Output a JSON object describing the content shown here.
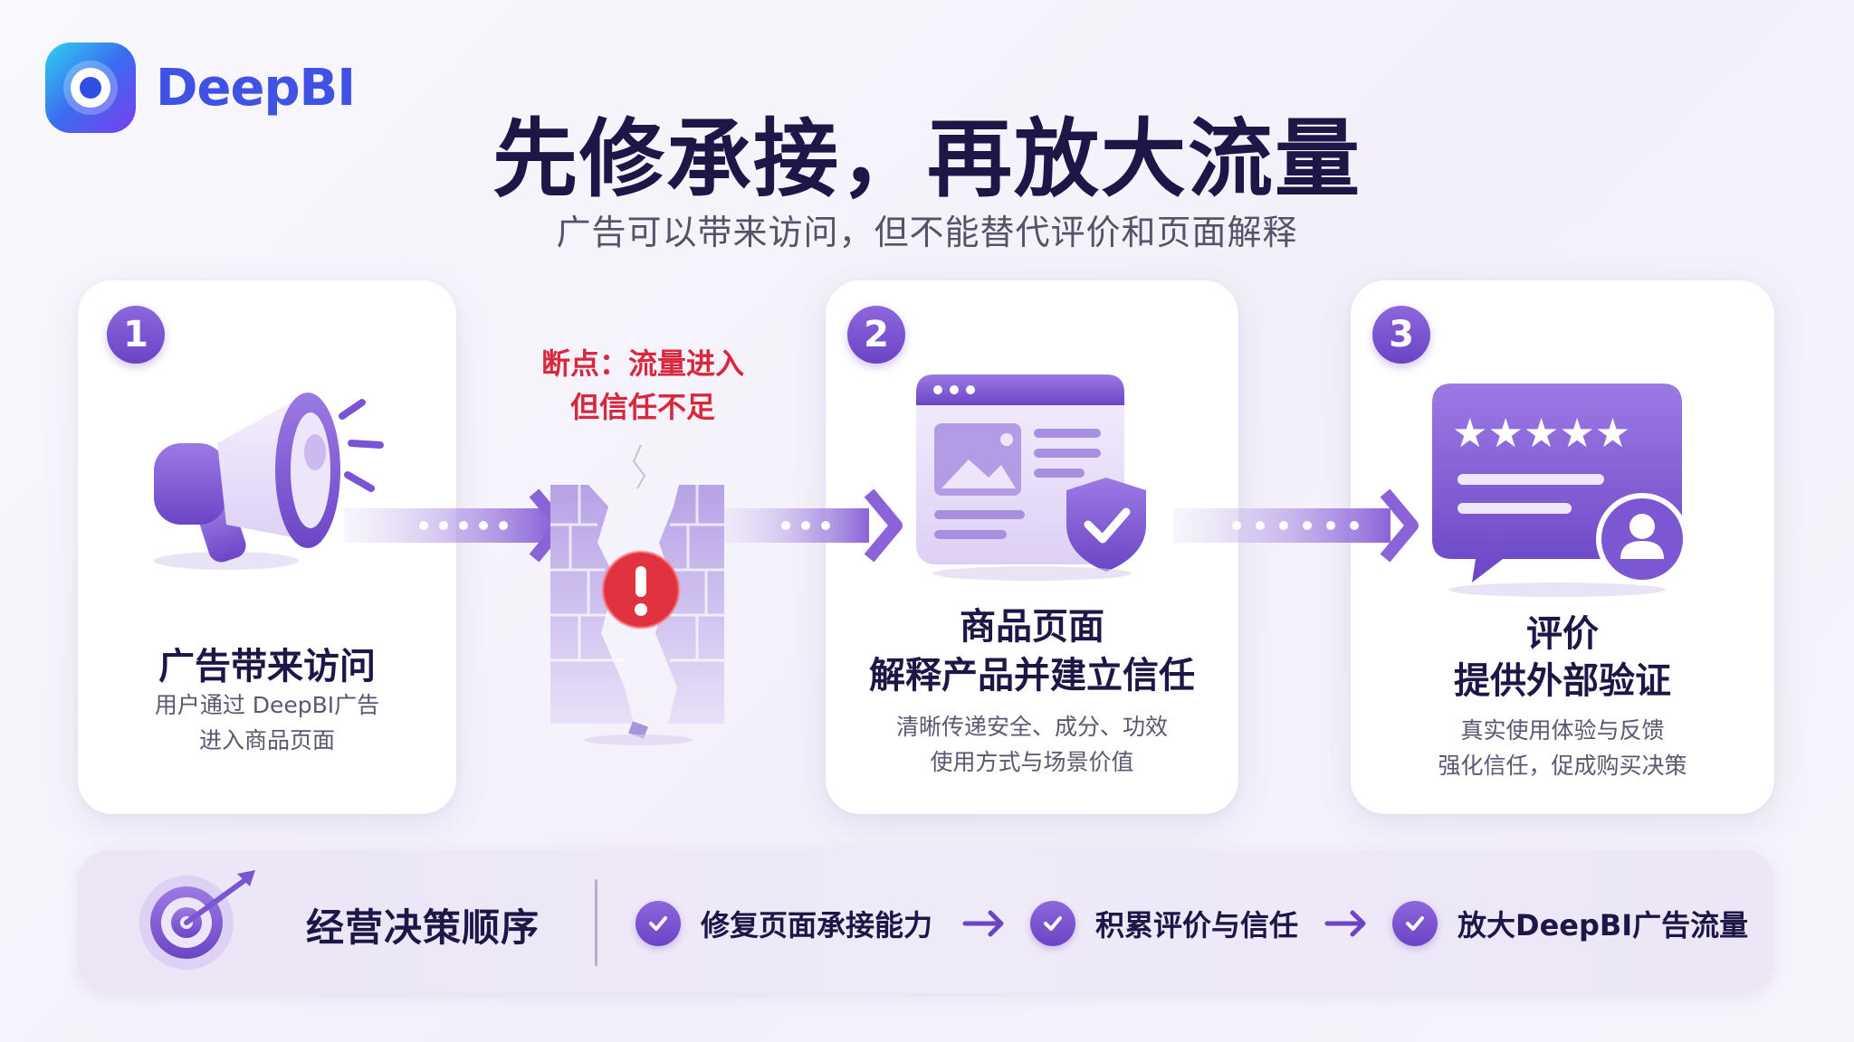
{
  "logo": {
    "text": "DeepBI"
  },
  "header": {
    "title": "先修承接，再放大流量",
    "subtitle": "广告可以带来访问，但不能替代评价和页面解释"
  },
  "break_point": {
    "line1": "断点：流量进入",
    "line2": "但信任不足"
  },
  "steps": [
    {
      "number": "1",
      "title_line1": "广告带来访问",
      "desc_line1": "用户通过 DeepBI广告",
      "desc_line2": "进入商品页面",
      "icon": "megaphone-icon"
    },
    {
      "number": "2",
      "title_line1": "商品页面",
      "title_line2": "解释产品并建立信任",
      "desc_line1": "清晰传递安全、成分、功效",
      "desc_line2": "使用方式与场景价值",
      "icon": "product-page-icon"
    },
    {
      "number": "3",
      "title_line1": "评价",
      "title_line2": "提供外部验证",
      "desc_line1": "真实使用体验与反馈",
      "desc_line2": "强化信任，促成购买决策",
      "icon": "review-icon"
    }
  ],
  "bottom_bar": {
    "title": "经营决策顺序",
    "items": [
      {
        "label": "修复页面承接能力"
      },
      {
        "label": "积累评价与信任"
      },
      {
        "label": "放大DeepBI广告流量"
      }
    ]
  },
  "colors": {
    "accent": "#7a55d3",
    "title": "#1d1747",
    "alert": "#d8283d",
    "brand": "#3f52e3"
  }
}
